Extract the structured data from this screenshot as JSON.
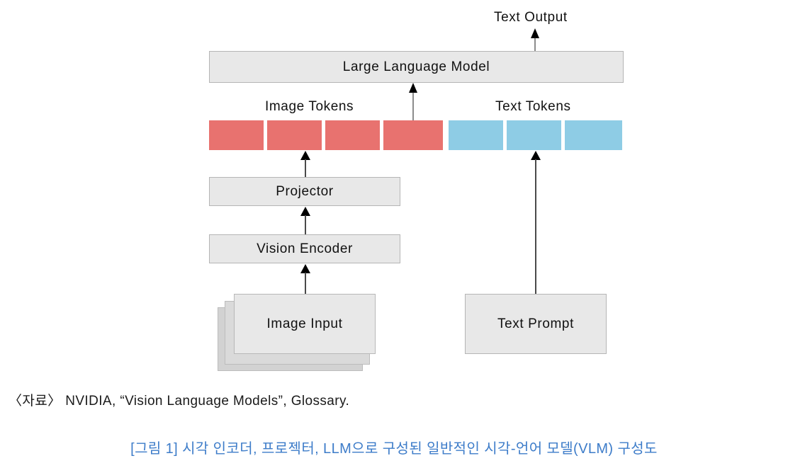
{
  "diagram": {
    "title": "Vision Language Model (VLM) architecture",
    "colors": {
      "image_token": "#e8726f",
      "text_token": "#8ecce5",
      "box_fill": "#e8e8e8",
      "box_border": "#b5b5b5",
      "arrow": "#4a4a4a",
      "caption_blue": "#3d7cc9"
    },
    "nodes": {
      "text_output": "Text Output",
      "llm": "Large Language Model",
      "image_tokens_label": "Image Tokens",
      "text_tokens_label": "Text Tokens",
      "projector": "Projector",
      "vision_encoder": "Vision Encoder",
      "image_input": "Image Input",
      "text_prompt": "Text Prompt"
    },
    "tokens": {
      "image": [
        {
          "index": 1,
          "color": "#e8726f"
        },
        {
          "index": 2,
          "color": "#e8726f"
        },
        {
          "index": 3,
          "color": "#e8726f"
        },
        {
          "index": 4,
          "color": "#e8726f"
        }
      ],
      "text": [
        {
          "index": 1,
          "color": "#8ecce5"
        },
        {
          "index": 2,
          "color": "#8ecce5"
        },
        {
          "index": 3,
          "color": "#8ecce5"
        }
      ]
    },
    "flow": [
      "Image Input → Vision Encoder",
      "Vision Encoder → Projector",
      "Projector → Image Tokens",
      "Image Tokens + Text Tokens → Large Language Model",
      "Large Language Model → Text Output",
      "Text Prompt → Text Tokens"
    ]
  },
  "source_note": "〈자료〉 NVIDIA, “Vision Language Models”, Glossary.",
  "figure_caption": "[그림 1] 시각 인코더, 프로젝터, LLM으로 구성된 일반적인 시각-언어 모델(VLM) 구성도"
}
